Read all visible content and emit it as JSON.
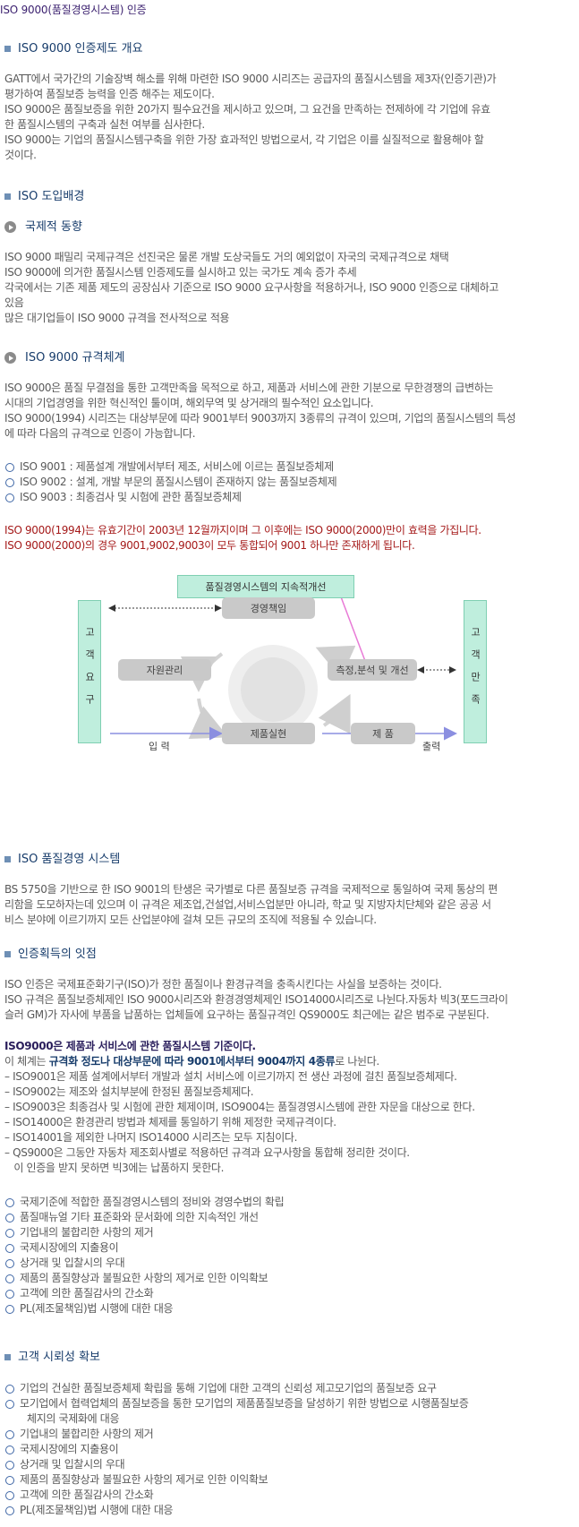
{
  "page_title": "ISO 9000(품질경영시스템) 인증",
  "sections": {
    "overview": {
      "heading": "ISO 9000 인증제도 개요",
      "lines": [
        "GATT에서 국가간의 기술장벽 해소를 위해 마련한 ISO 9000 시리즈는 공급자의 품질시스템을 제3자(인증기관)가",
        "평가하여 품질보증 능력을 인증 해주는 제도이다.",
        "ISO 9000은 품질보증을 위한 20가지 필수요건을 제시하고 있으며, 그 요건을 만족하는 전제하에 각 기업에 유효",
        "한 품질시스템의 구축과 실천 여부를 심사한다.",
        "ISO 9000는 기업의 품질시스템구축을 위한 가장 효과적인 방법으로서, 각 기업은 이를 실질적으로 활용해야 할",
        "것이다."
      ]
    },
    "background": {
      "heading": "ISO 도입배경",
      "sub1": {
        "heading": "국제적 동향",
        "lines": [
          "ISO 9000 패밀리 국제규격은 선진국은 물론 개발 도상국들도 거의 예외없이 자국의 국제규격으로 채택",
          "ISO 9000에 의거한 품질시스템 인증제도를 실시하고 있는 국가도 계속 증가 추세",
          "각국에서는 기존 제품 제도의 공장심사 기준으로 ISO 9000 요구사항을 적용하거나, ISO 9000 인증으로 대체하고",
          "있음",
          "많은 대기업들이 ISO 9000 규격을 전사적으로 적용"
        ]
      },
      "sub2": {
        "heading": "ISO 9000 규격체계",
        "lines": [
          "ISO 9000은 품질 무결점을 통한 고객만족을 목적으로 하고, 제품과 서비스에 관한 기분으로 무한경쟁의 급변하는",
          "시대의 기업경영을 위한 혁신적인 툴이며, 해외무역 및 상거래의 필수적인 요소입니다.",
          "ISO 9000(1994) 시리즈는 대상부문에 따라 9001부터 9003까지 3종류의 규격이 있으며, 기업의 품질시스템의 특성",
          "에 따라 다음의 규격으로 인증이 가능합니다."
        ],
        "items": [
          "ISO 9001 : 제품설계 개발에서부터 제조, 서비스에 이르는 품질보증체제",
          "ISO 9002 : 설계, 개발 부문의 품질시스템이 존재하지 않는 품질보증체제",
          "ISO 9003 : 최종검사 및 시험에 관한 품질보증체제"
        ],
        "notice": [
          "ISO 9000(1994)는 유효기간이 2003년 12월까지이며 그 이후에는 ISO 9000(2000)만이 효력을 가집니다.",
          "ISO 9000(2000)의 경우 9001,9002,9003이 모두 통합되어 9001 하나만 존재하게 됩니다."
        ]
      }
    },
    "diagram": {
      "top_box": "품질경영시스템의 지속적개선",
      "left_box": "고객요구",
      "right_box": "고객만족",
      "mgmt": "경영책임",
      "resource": "자원관리",
      "measure": "측정,분석 및 개선",
      "realize": "제품실현",
      "product": "제 품",
      "input": "입 력",
      "output": "출력"
    },
    "qms": {
      "heading": "ISO 품질경영 시스템",
      "lines": [
        "BS 5750을 기반으로 한 ISO 9001의 탄생은 국가별로 다른 품질보증 규격을 국제적으로 통일하여 국제 통상의 편",
        "리함을 도모하자는데 있으며 이 규격은 제조업,건설업,서비스업분만 아니라, 학교 및 지방자치단체와 같은 공공 서",
        "비스 분야에 이르기까지 모든 산업분야에 걸쳐 모든 규모의 조직에 적용될 수 있습니다."
      ]
    },
    "benefits": {
      "heading": "인증획득의 잇점",
      "lines": [
        "ISO 인증은 국제표준화기구(ISO)가 정한 품질이나 환경규격을 충족시킨다는 사실을 보증하는 것이다.",
        "ISO 규격은 품질보증체제인 ISO 9000시리즈와 환경경영체제인 ISO14000시리즈로 나뉜다.자동차 빅3(포드크라이",
        "슬러 GM)가 자사에 부품을 납품하는 업체들에 요구하는 품질규격인 QS9000도 최근에는 같은 범주로 구분된다."
      ],
      "strong_line": "ISO9000은 제품과 서비스에 관한 품질시스템 기준이다.",
      "system_pre": "이 체계는 ",
      "system_bold": "규격화 정도나 대상부문에 따라 9001에서부터 9004까지 4종류",
      "system_post": "로 나뉜다.",
      "dash_lines": [
        "– ISO9001은 제품 설계에서부터 개발과 설치 서비스에 이르기까지 전 생산 과정에 걸친 품질보증체제다.",
        "– ISO9002는 제조와 설치부분에 한정된 품질보증체제다.",
        "– ISO9003은 최종검사 및 시험에 관한 체제이며, ISO9004는 품질경영시스템에 관한 자문을 대상으로 한다.",
        "– ISO14000은 환경관리 방법과 체제를 통일하기 위해 제정한 국제규격이다.",
        "– ISO14001을 제외한 나머지 ISO14000 시리즈는 모두 지침이다.",
        "– QS9000은 그동안 자동차 제조회사별로 적용하던 규격과 요구사항을 통합해 정리한 것이다.",
        "   이 인증을 받지 못하면 빅3에는 납품하지 못한다."
      ],
      "items": [
        "국제기준에 적합한 품질경영시스템의 정비와 경영수법의 확립",
        "품질매뉴얼 기타 표준화와 문서화에 의한 지속적인 개선",
        "기업내의 불합리한 사항의 제거",
        "국제시장에의 지출용이",
        "상거래 및 입찰시의 우대",
        "제품의 품질향상과 불필요한 사항의 제거로 인한 이익확보",
        "고객에 의한 품질감사의 간소화",
        "PL(제조물책임)법 시행에 대한 대응"
      ]
    },
    "trust": {
      "heading": "고객 시뢰성 확보",
      "item1": "기업의 건실한 품질보증체제 확립을 통해 기업에 대한 고객의 신뢰성 제고모기업의 품질보증 요구",
      "item2": "모기업에서 협력업체의 품질보증을 통한 모기업의 제품품질보증을 달성하기 위한 방법으로 시행품질보증",
      "item2_cont": "체지의 국제화에 대응",
      "items": [
        "기업내의 불합리한 사항의 제거",
        "국제시장에의 지출용이",
        "상거래 및 입찰시의 우대",
        "제품의 품질향상과 불필요한 사항의 제거로 인한 이익확보",
        "고객에 의한 품질감사의 간소화",
        "PL(제조물책임)법 시행에 대한 대응"
      ]
    }
  },
  "colors": {
    "heading": "#173c6b",
    "bullet_square": "#6e8fb5",
    "bullet_circle": "#3f67a6",
    "red_notice": "#a51a1a",
    "green_box": "#bfeedd",
    "grey_box": "#c9c9c9"
  }
}
